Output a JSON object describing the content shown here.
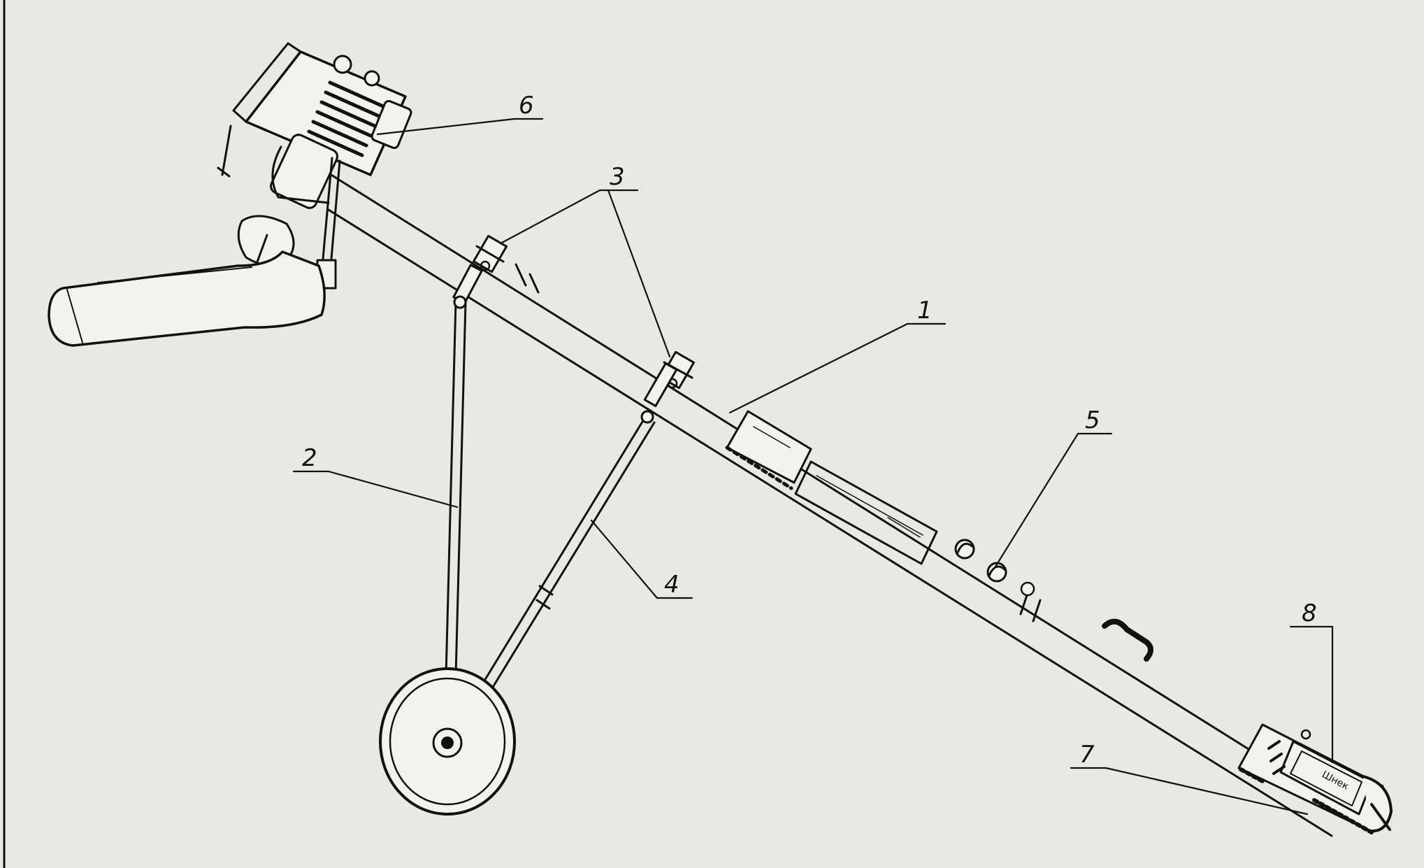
{
  "callouts": [
    {
      "id": "1",
      "label": "1"
    },
    {
      "id": "2",
      "label": "2"
    },
    {
      "id": "3",
      "label": "3"
    },
    {
      "id": "4",
      "label": "4"
    },
    {
      "id": "5",
      "label": "5"
    },
    {
      "id": "6",
      "label": "6"
    },
    {
      "id": "7",
      "label": "7"
    },
    {
      "id": "8",
      "label": "8"
    }
  ],
  "plate_text": "Шнек"
}
